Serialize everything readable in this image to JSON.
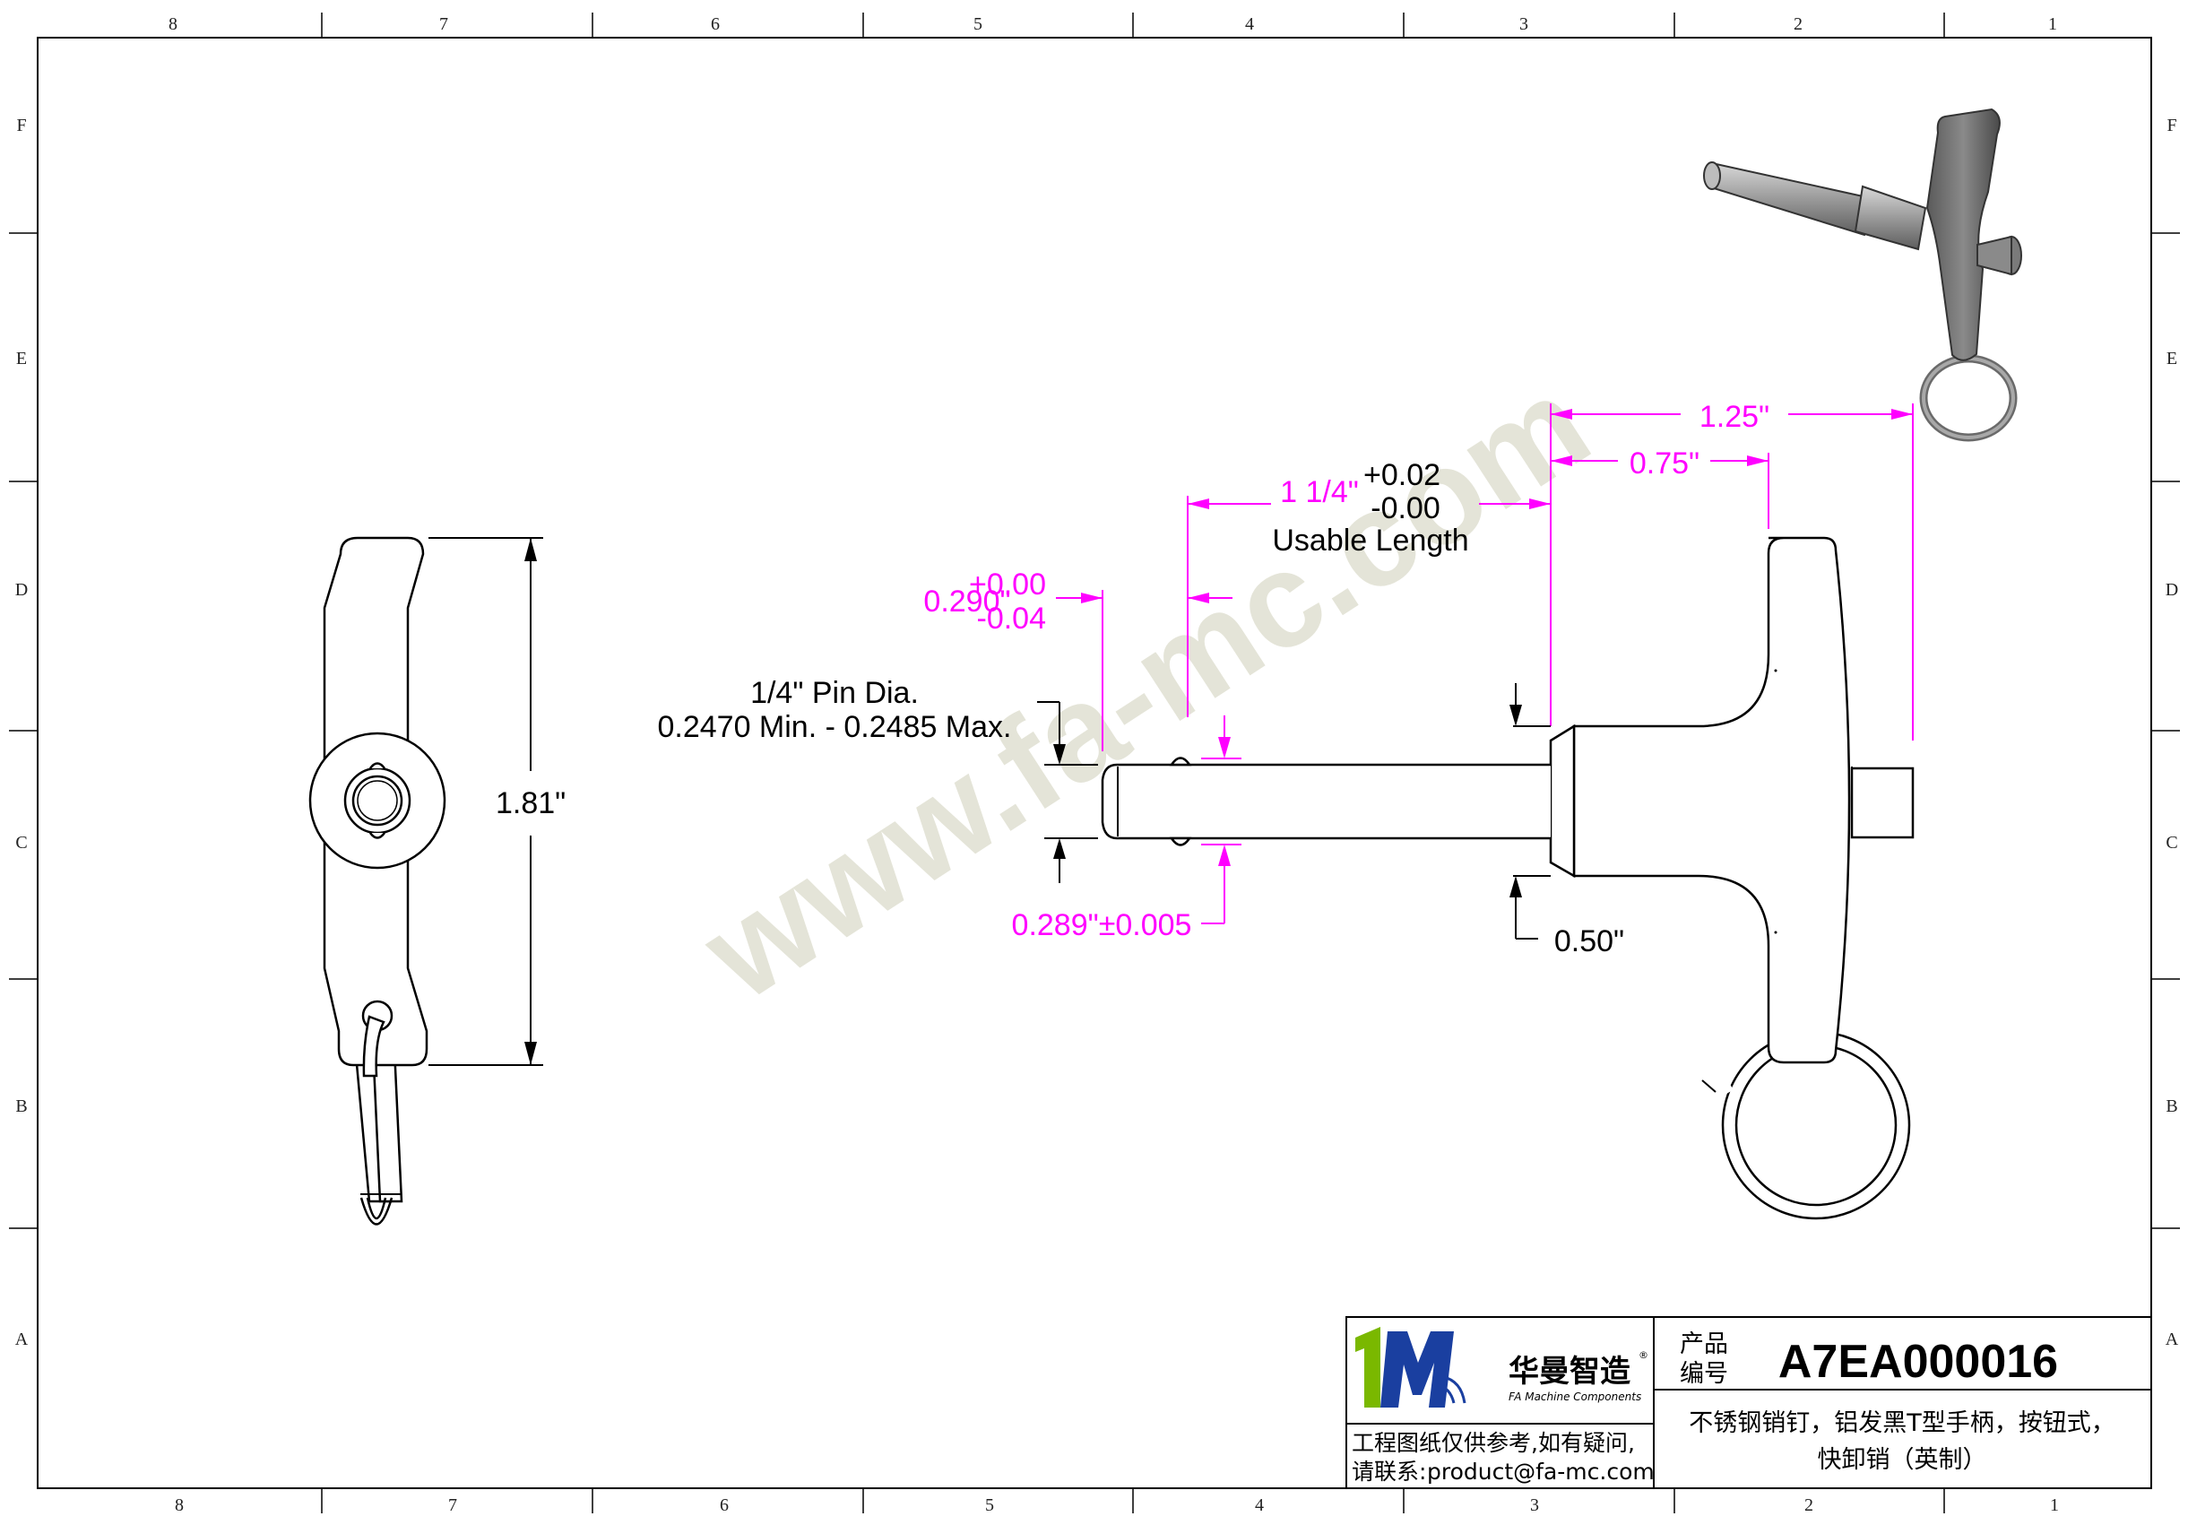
{
  "frame": {
    "col_labels": [
      "8",
      "7",
      "6",
      "5",
      "4",
      "3",
      "2",
      "1"
    ],
    "row_labels": [
      "F",
      "E",
      "D",
      "C",
      "B",
      "A"
    ]
  },
  "watermark": "www.fa-mc.com",
  "dimensions": {
    "height": "1.81\"",
    "pin_dia_title": "1/4\" Pin Dia.",
    "pin_dia_range": "0.2470 Min. - 0.2485 Max.",
    "groove_pos": "0.290\"",
    "groove_tol_plus": "+0.00",
    "groove_tol_minus": "-0.04",
    "usable_length": "1 1/4\"",
    "usable_tol_plus": "+0.02",
    "usable_tol_minus": "-0.00",
    "usable_label": "Usable Length",
    "handle_overall": "1.25\"",
    "handle_to_grip": "0.75\"",
    "ball_dia": "0.289\"±0.005",
    "collar": "0.50\""
  },
  "title_block": {
    "logo_text_cn": "华曼智造",
    "logo_text_en": "FA Machine Components",
    "logo_mark": "1M",
    "notice_line1": "工程图纸仅供参考,如有疑问,",
    "notice_line2_label": "请联系:",
    "contact_email": "product@fa-mc.com",
    "product_no_label_1": "产品",
    "product_no_label_2": "编号",
    "product_no": "A7EA000016",
    "description_line1": "不锈钢销钉，铝发黑T型手柄，按钮式，",
    "description_line2": "快卸销（英制）"
  },
  "colors": {
    "dimension": "#ff00ff",
    "outline": "#000000",
    "watermark": "#e2e2d4",
    "email": "#0000ff"
  }
}
